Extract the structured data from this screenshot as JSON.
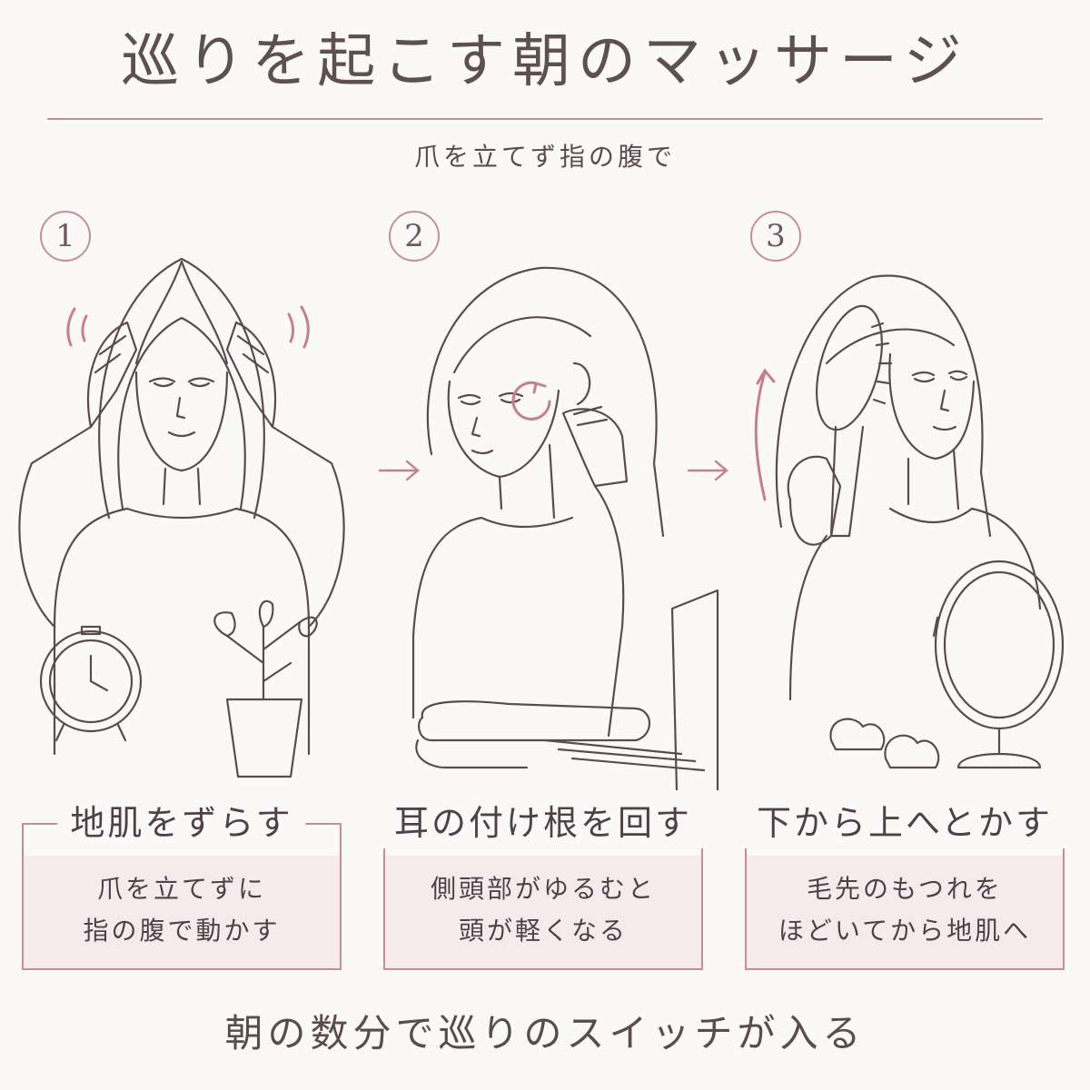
{
  "title": "巡りを起こす朝のマッサージ",
  "subtitle": "爪を立てず指の腹で",
  "steps": [
    {
      "number": "1",
      "title": "地肌をずらす",
      "lines": [
        "爪を立てずに",
        "指の腹で動かす"
      ]
    },
    {
      "number": "2",
      "title": "耳の付け根を回す",
      "lines": [
        "側頭部がゆるむと",
        "頭が軽くなる"
      ]
    },
    {
      "number": "3",
      "title": "下から上へとかす",
      "lines": [
        "毛先のもつれを",
        "ほどいてから地肌へ"
      ]
    }
  ],
  "footer": "朝の数分で巡りのスイッチが入る",
  "colors": {
    "accent": "#c48e98",
    "text": "#5a4b4f",
    "card_fill": "#f6ebec",
    "background": "#fbf9f8"
  },
  "icons": [
    "arrow-right-icon",
    "clock-icon",
    "plant-icon",
    "towel-icon",
    "hairbrush-icon",
    "mirror-icon",
    "hair-clip-icon",
    "rotate-icon",
    "up-arrow-icon"
  ]
}
